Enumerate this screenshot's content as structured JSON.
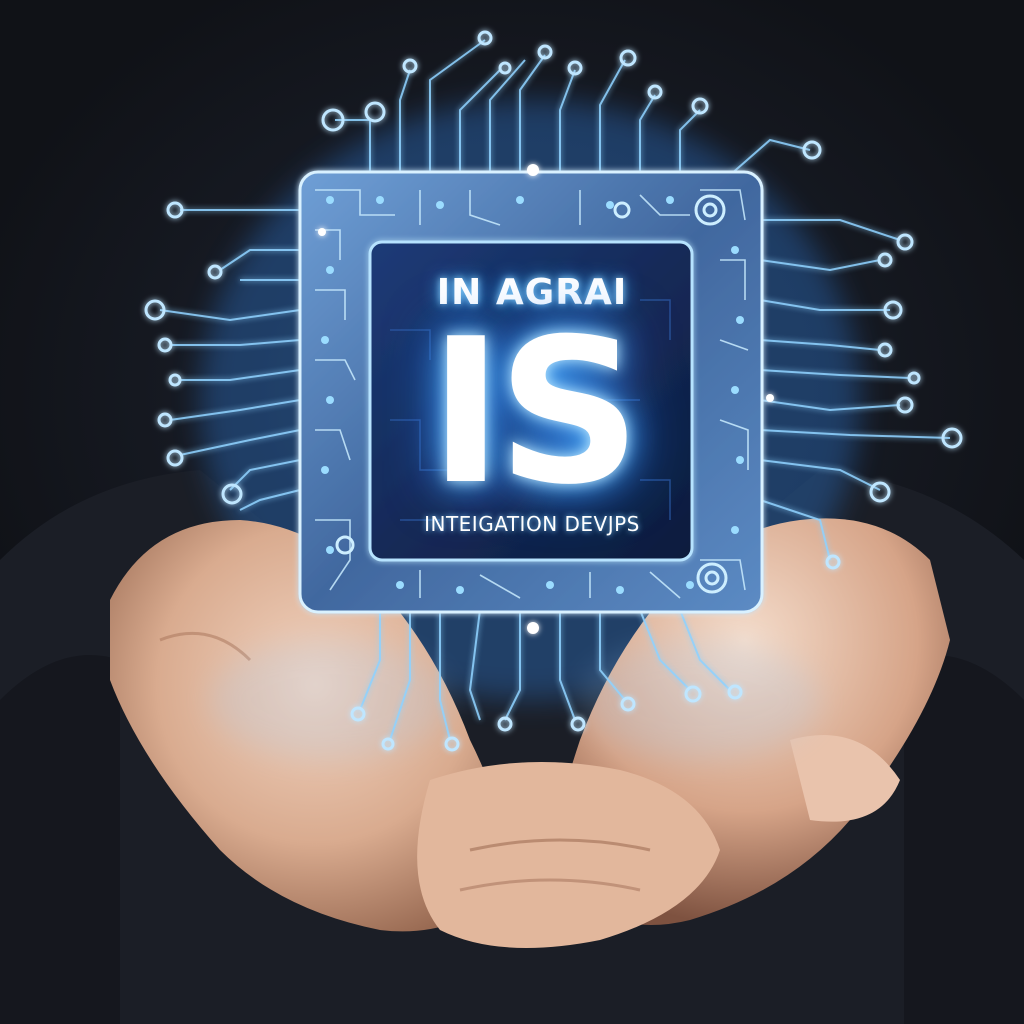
{
  "scene": {
    "background_color": "#14161c",
    "glow_color": "#5fc4ff",
    "chip_color": "#1a2c55"
  },
  "chip": {
    "headline": "IN AGRAI",
    "logo_letters": "IS",
    "tagline": "INTEIGATION DEVJPS"
  }
}
